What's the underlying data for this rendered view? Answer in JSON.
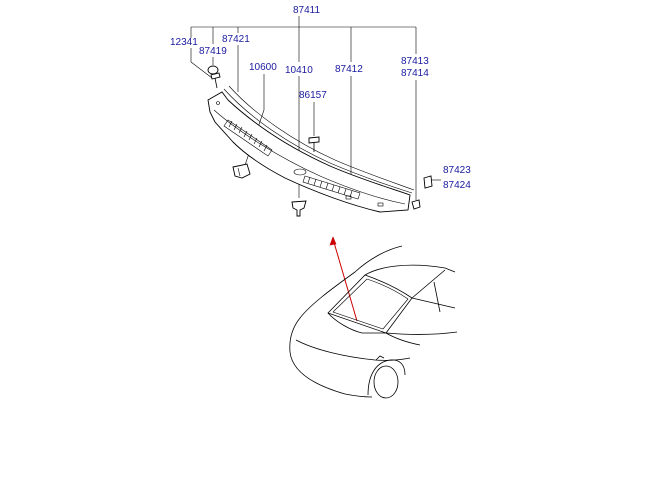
{
  "labels": {
    "l_87411": "87411",
    "l_12341": "12341",
    "l_87419": "87419",
    "l_87421": "87421",
    "l_10600": "10600",
    "l_10410": "10410",
    "l_87412": "87412",
    "l_87413": "87413",
    "l_87414": "87414",
    "l_86157": "86157",
    "l_87423": "87423",
    "l_87424": "87424"
  },
  "colors": {
    "label": "#1a1aa0",
    "arrow": "#cc0000",
    "line": "#000000"
  }
}
